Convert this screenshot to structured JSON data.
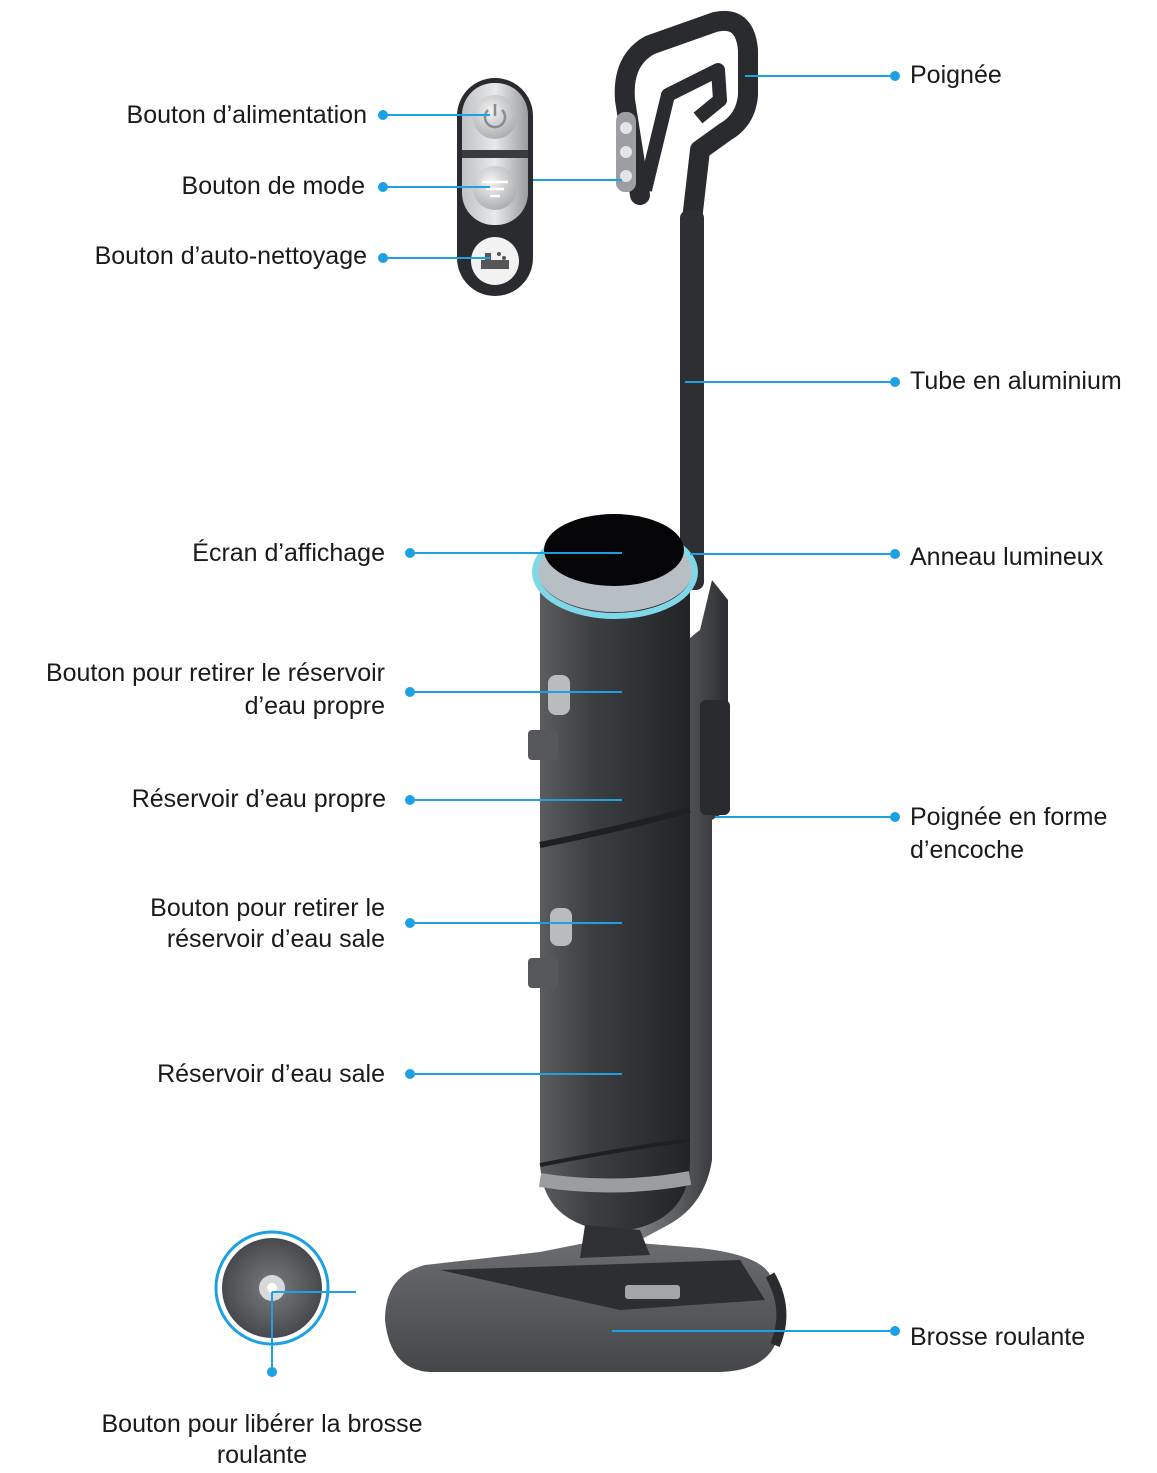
{
  "labels": {
    "handle": "Poignée",
    "power_button": "Bouton d’alimentation",
    "mode_button": "Bouton de mode",
    "self_clean_button": "Bouton d’auto-nettoyage",
    "aluminium_tube": "Tube en aluminium",
    "display_screen": "Écran d’affichage",
    "light_ring": "Anneau lumineux",
    "clean_tank_release_line1": "Bouton pour retirer le réservoir",
    "clean_tank_release_line2": "d’eau propre",
    "clean_water_tank": "Réservoir d’eau propre",
    "notch_handle_line1": "Poignée en forme",
    "notch_handle_line2": "d’encoche",
    "dirty_tank_release_line1": "Bouton pour retirer le",
    "dirty_tank_release_line2": "réservoir d’eau sale",
    "dirty_water_tank": "Réservoir d’eau sale",
    "roller_brush": "Brosse roulante",
    "brush_release_line1": "Bouton pour libérer la brosse",
    "brush_release_line2": "roulante"
  },
  "colors": {
    "leader_line": "#1da1e2",
    "ring_glow": "#7fd8e8",
    "body_dark": "#3a3c40",
    "text": "#1a1a1a"
  },
  "icons": {
    "power": "power-icon",
    "mode": "mode-lines-icon",
    "self_clean": "self-clean-icon"
  }
}
